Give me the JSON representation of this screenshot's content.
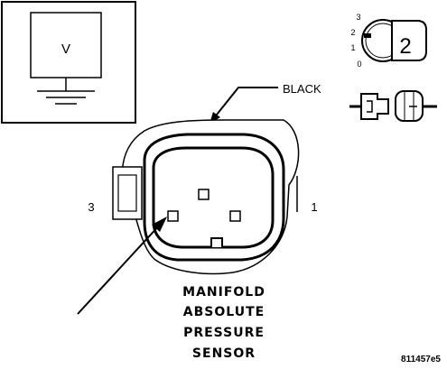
{
  "meter": {
    "symbol": "V"
  },
  "key_positions": [
    "3",
    "2",
    "1",
    "0"
  ],
  "key_step": "2",
  "wire_color": "BLACK",
  "pins": {
    "left": "3",
    "right": "1"
  },
  "title_lines": [
    "MANIFOLD",
    "ABSOLUTE",
    "PRESSURE",
    "SENSOR"
  ],
  "figure_id": "811457e5"
}
